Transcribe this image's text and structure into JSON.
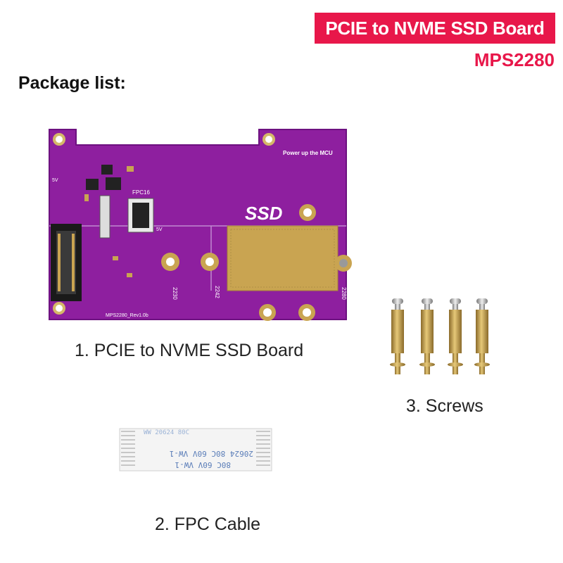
{
  "header": {
    "title": "PCIE to NVME SSD Board",
    "model": "MPS2280"
  },
  "package_heading": "Package list:",
  "items": [
    {
      "caption": "1. PCIE to NVME SSD Board"
    },
    {
      "caption": "2. FPC Cable"
    },
    {
      "caption": "3. Screws"
    }
  ],
  "board": {
    "ssd_label": "SSD",
    "power_label": "Power up the MCU",
    "fpc_label": "FPC16",
    "rev_label": "MPS2280_Rev1.0b",
    "v5_label": "5V",
    "sizes": [
      "2230",
      "2242",
      "2280"
    ],
    "colors": {
      "pcb": "#8e1f9f",
      "gold": "#c9a451",
      "accent": "#e8174a"
    }
  },
  "cable": {
    "row1": "20624  80C  60V  VW-1",
    "row2": "80C  60V  VW-1",
    "row3": "WW  20624  80C"
  },
  "screws": {
    "count": 4
  }
}
